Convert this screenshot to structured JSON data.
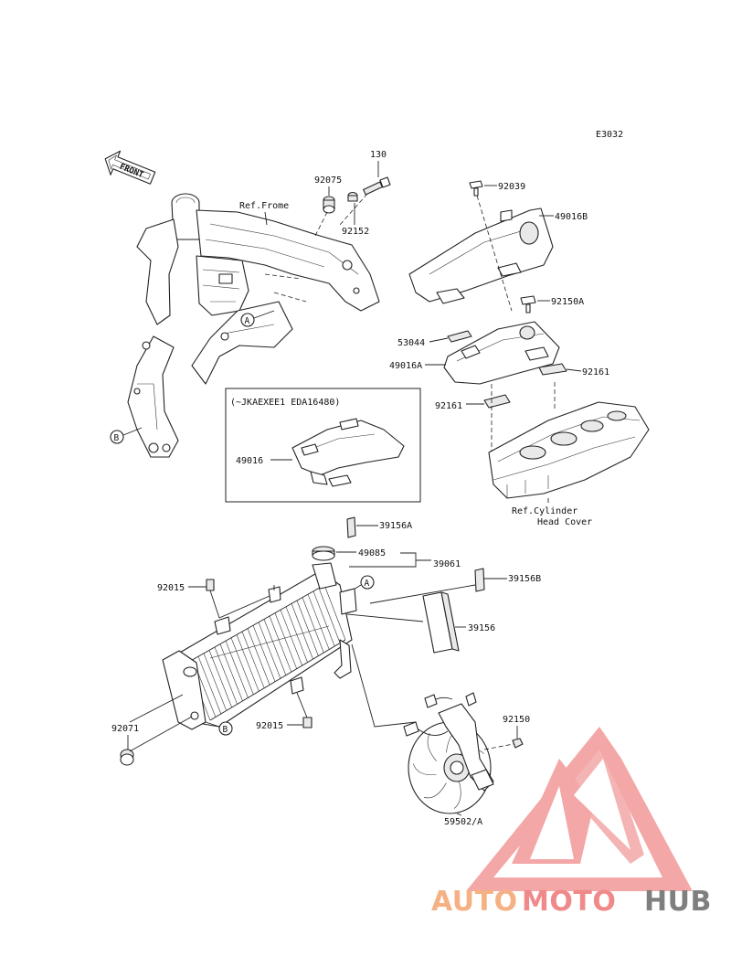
{
  "diagram_code": "E3032",
  "front_label": "FRONT",
  "labels": {
    "p130": "130",
    "p92075": "92075",
    "p92152": "92152",
    "ref_frame": "Ref.Frome",
    "callout_a_upper": "A",
    "callout_b_left": "B",
    "p92039": "92039",
    "p49016b": "49016B",
    "p92150a": "92150A",
    "p53044": "53044",
    "p49016a": "49016A",
    "p92161_right": "92161",
    "p92161_left": "92161",
    "inset_condition": "(~JKAEXEE1 EDA16480)",
    "p49016": "49016",
    "ref_cyl_line1": "Ref.Cylinder",
    "ref_cyl_line2": "Head Cover",
    "p39156a": "39156A",
    "p49085": "49085",
    "p39061": "39061",
    "callout_a_lower": "A",
    "p92015_upper": "92015",
    "p39156b": "39156B",
    "p39156": "39156",
    "p92071": "92071",
    "callout_b_lower": "B",
    "p92015_lower": "92015",
    "p92150": "92150",
    "p59502a": "59502/A"
  },
  "watermark": {
    "part1": "AUTO",
    "part2": "MOTO",
    "part3": "HUB",
    "color1": "#f5b183",
    "color2": "#f08a8a",
    "color3": "#7f7f7f"
  }
}
